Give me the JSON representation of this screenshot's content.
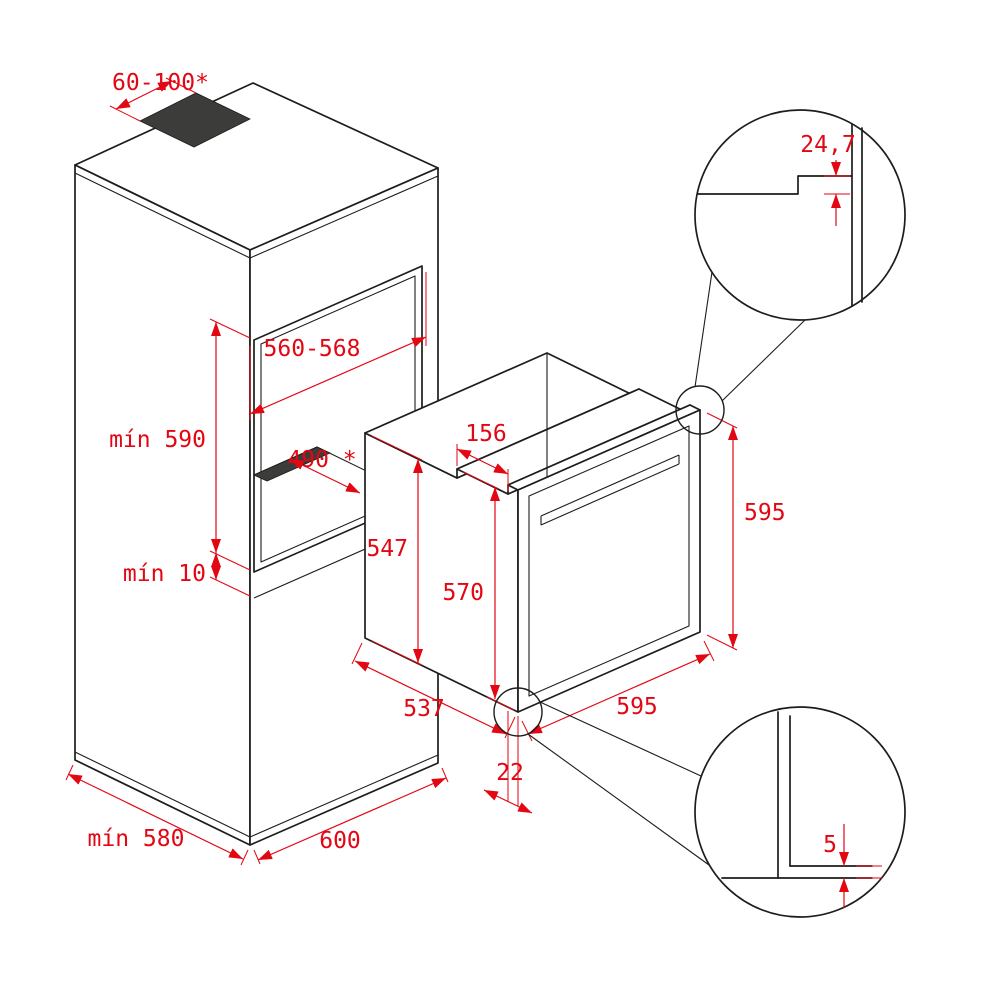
{
  "diagram": {
    "title": "built-in oven installation dimensions",
    "colors": {
      "line": "#1d1d1b",
      "dimension": "#e30613",
      "dark_fill": "#3c3c3b",
      "background": "#ffffff"
    },
    "cabinet": {
      "vent_cutout": "60-100*",
      "niche_width": "560-568",
      "niche_height": "mín 590",
      "shelf_depth": "490 *",
      "bottom_clearance": "mín 10",
      "depth": "mín 580",
      "width": "600"
    },
    "oven": {
      "top_front_depth": "156",
      "body_height": "547",
      "front_inner_height": "570",
      "height": "595",
      "depth": "537",
      "width": "595",
      "front_protrusion": "22"
    },
    "details": {
      "top_step": "24,7",
      "bottom_gap": "5"
    }
  }
}
